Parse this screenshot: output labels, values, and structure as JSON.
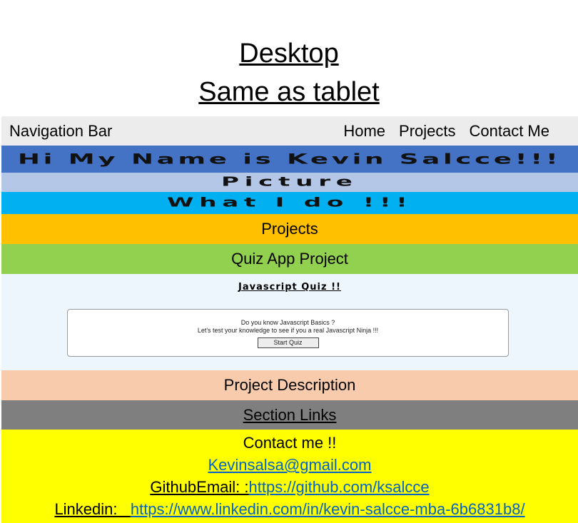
{
  "heading": {
    "line1": "Desktop",
    "line2": "Same as tablet"
  },
  "navbar": {
    "brand": "Navigation Bar",
    "links": [
      "Home",
      "Projects",
      "Contact Me"
    ]
  },
  "hero": {
    "name_banner": "Hi My Name is Kevin Salcce!!!"
  },
  "picture": {
    "label": "Picture"
  },
  "what_i_do": {
    "label": "What I do !!!"
  },
  "projects": {
    "label": "Projects"
  },
  "quiz_project": {
    "label": "Quiz App Project",
    "screenshot": {
      "title": "Javascript Quiz !!",
      "line1": "Do you know Javascript Basics ?",
      "line2": "Let's test your knowledge to see if you a real Javascript Ninja !!!",
      "button": "Start Quiz"
    }
  },
  "project_description": {
    "label": "Project Description"
  },
  "section_links": {
    "label": "Section Links"
  },
  "contact": {
    "heading": "Contact me !!",
    "email": "Kevinsalsa@gmail.com",
    "github_label": "GithubEmail: :",
    "github_url": "https://github.com/ksalcce",
    "linkedin_label": "Linkedin:   ",
    "linkedin_url": "https://www.linkedin.com/in/kevin-salcce-mba-6b6831b8/"
  },
  "colors": {
    "nav": "#ececec",
    "hero": "#4472c4",
    "picture": "#b4c7e7",
    "what": "#00b0f0",
    "projects": "#ffc000",
    "quiz": "#92d050",
    "description": "#f8cbad",
    "section_links": "#7f7f7f",
    "contact": "#ffff00",
    "link": "#0563c1"
  }
}
